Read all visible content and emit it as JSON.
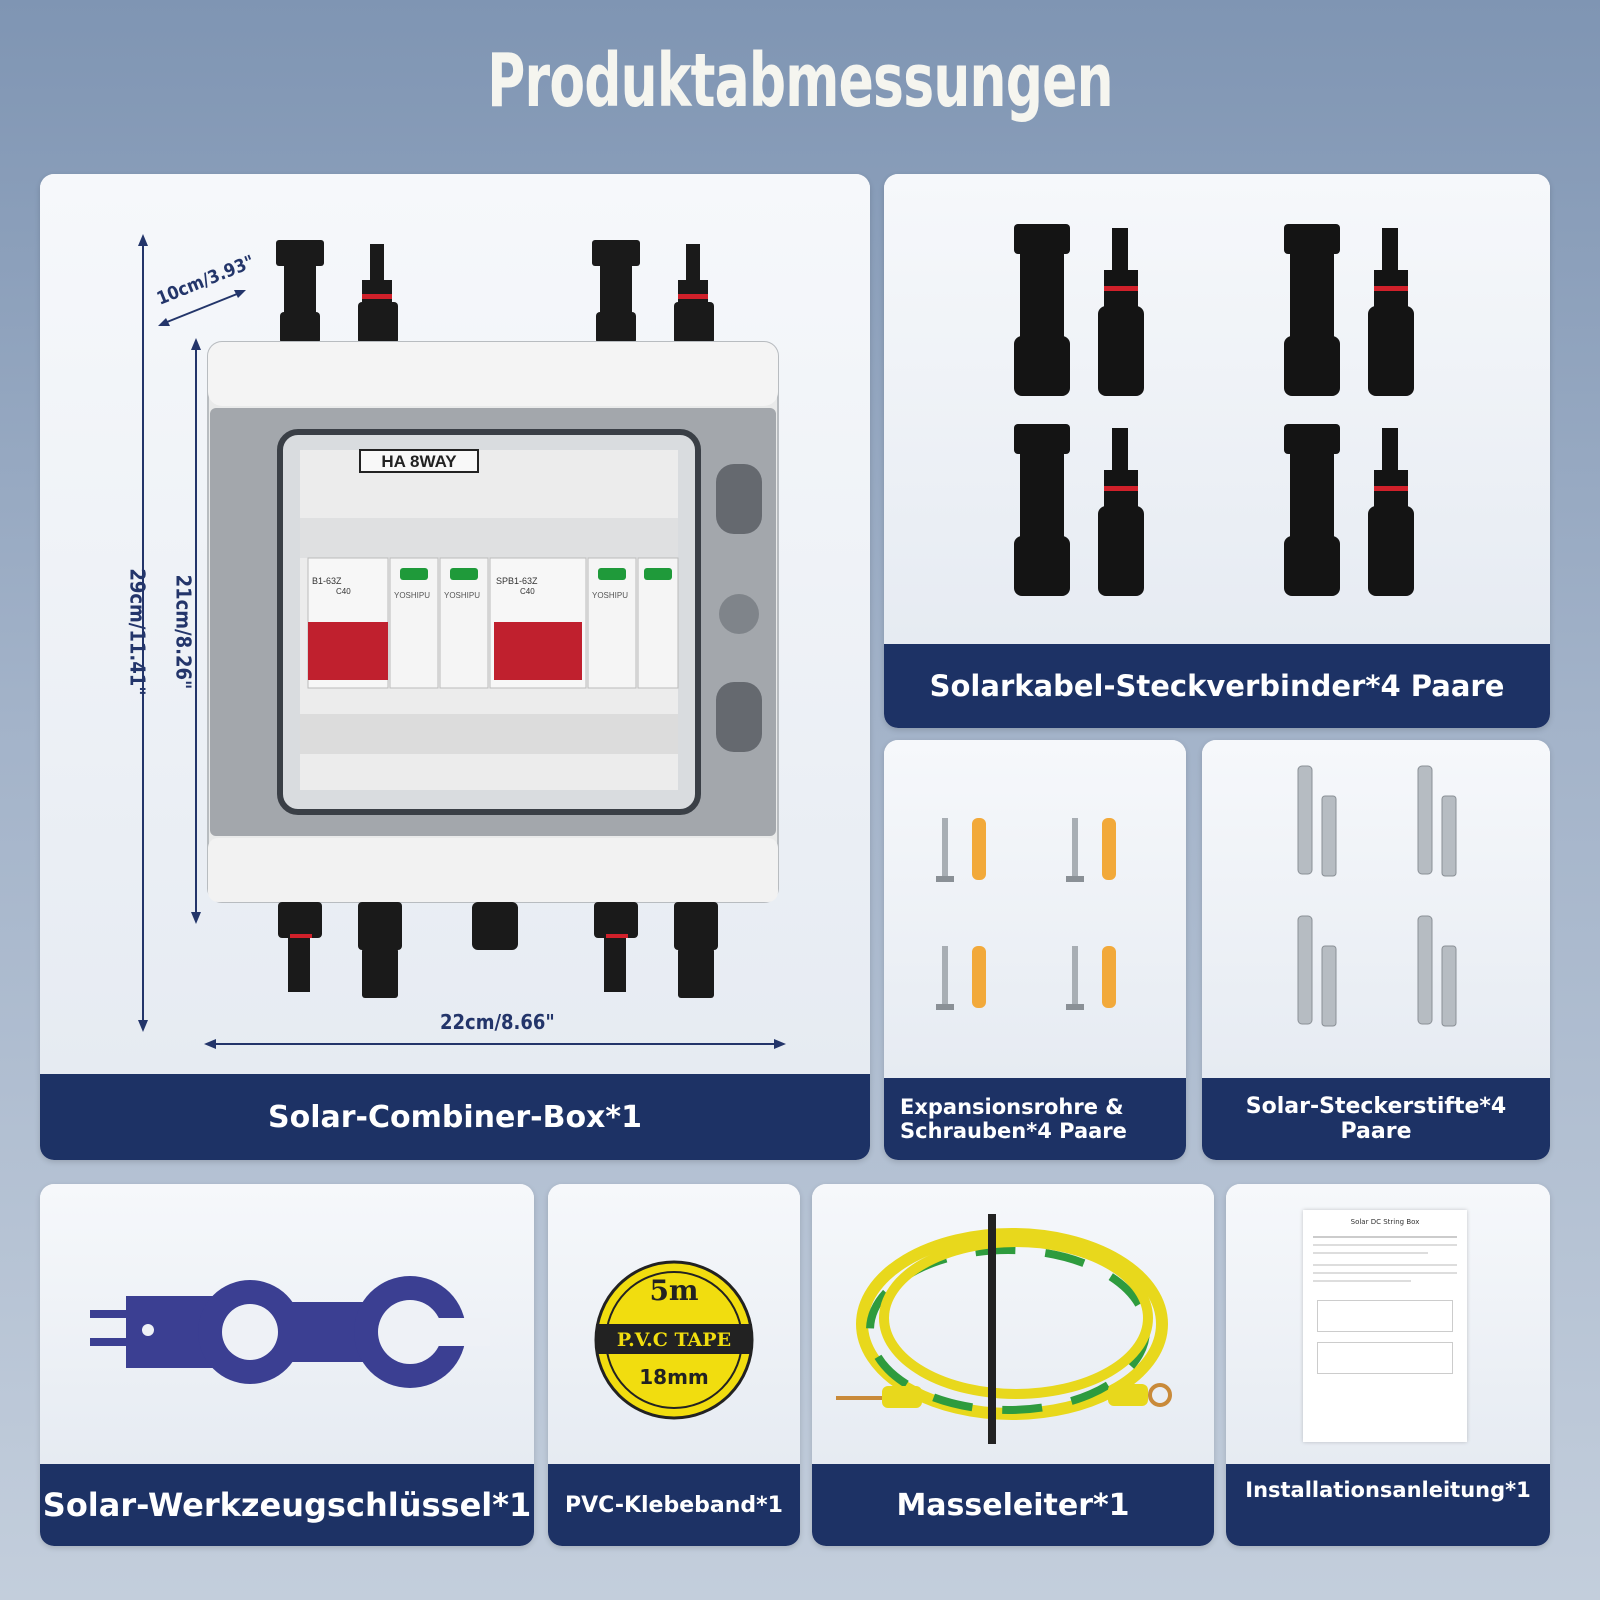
{
  "title": "Produktabmessungen",
  "dimensions": {
    "depth": "10cm/3.93\"",
    "height_total": "29cm/11.41\"",
    "height_box": "21cm/8.26\"",
    "width": "22cm/8.66\""
  },
  "box_label_plate": "HA 8WAY",
  "breaker_texts": {
    "brand": "YOSHIPU",
    "model1": "B1-63Z",
    "model2": "SPB1-63Z",
    "rating": "C40"
  },
  "items": {
    "combiner_box": "Solar-Combiner-Box*1",
    "connectors": "Solarkabel-Steckverbinder*4 Paare",
    "screws": "Expansionsrohre & Schrauben*4 Paare",
    "pins": "Solar-Steckerstifte*4 Paare",
    "wrench": "Solar-Werkzeugschlüssel*1",
    "tape": "PVC-Klebeband*1",
    "ground": "Masseleiter*1",
    "manual": "Installationsanleitung*1"
  },
  "tape_texts": {
    "length": "5m",
    "name": "P.V.C TAPE",
    "width": "18mm"
  },
  "manual_title": "Solar DC String Box",
  "colors": {
    "navy": "#1d3265",
    "background": "#8fa3bf",
    "breaker_red": "#c0202e",
    "wrench_blue": "#3b3f92"
  }
}
